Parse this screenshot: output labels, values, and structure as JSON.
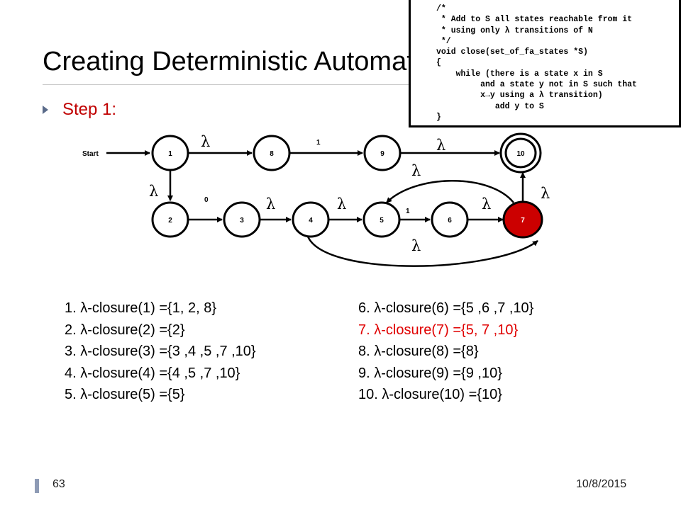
{
  "slide": {
    "title": "Creating Deterministic Automata",
    "bullet": "Step 1:",
    "page_number": "63",
    "date": "10/8/2015"
  },
  "code": {
    "lines": [
      "/*",
      " * Add to S all states reachable from it",
      " * using only λ transitions of N",
      " */",
      "void close(set_of_fa_states *S)",
      "{",
      "    while (there is a state x in S",
      "         and a state y not in S such that",
      "         x→y using a λ transition)",
      "            add y to S",
      "}"
    ]
  },
  "diagram": {
    "start_label": "Start",
    "nodes": [
      {
        "id": "1",
        "label": "1"
      },
      {
        "id": "8",
        "label": "8"
      },
      {
        "id": "9",
        "label": "9"
      },
      {
        "id": "10",
        "label": "10",
        "final": true
      },
      {
        "id": "2",
        "label": "2"
      },
      {
        "id": "3",
        "label": "3"
      },
      {
        "id": "4",
        "label": "4"
      },
      {
        "id": "5",
        "label": "5"
      },
      {
        "id": "6",
        "label": "6"
      },
      {
        "id": "7",
        "label": "7",
        "highlight": true
      }
    ],
    "edges": [
      {
        "from": "start",
        "to": "1",
        "label": ""
      },
      {
        "from": "1",
        "to": "8",
        "label": "λ"
      },
      {
        "from": "8",
        "to": "9",
        "label": "1"
      },
      {
        "from": "9",
        "to": "10",
        "label": "λ"
      },
      {
        "from": "1",
        "to": "2",
        "label": "λ"
      },
      {
        "from": "2",
        "to": "3",
        "label": "0"
      },
      {
        "from": "3",
        "to": "4",
        "label": "λ"
      },
      {
        "from": "4",
        "to": "5",
        "label": "λ"
      },
      {
        "from": "5",
        "to": "6",
        "label": "1"
      },
      {
        "from": "6",
        "to": "7",
        "label": "λ"
      },
      {
        "from": "7",
        "to": "10",
        "label": "λ"
      },
      {
        "from": "7",
        "to": "5",
        "label": "λ"
      },
      {
        "from": "4",
        "to": "7",
        "label": "λ"
      }
    ],
    "colors": {
      "highlight_fill": "#cc0000",
      "node_stroke": "#000000"
    }
  },
  "closures": {
    "left": [
      "1. λ-closure(1) ={1, 2, 8}",
      "2. λ-closure(2) ={2}",
      "3. λ-closure(3) ={3 ,4 ,5 ,7 ,10}",
      "4. λ-closure(4) ={4 ,5 ,7 ,10}",
      "5. λ-closure(5) ={5}"
    ],
    "right": [
      "6. λ-closure(6) ={5 ,6 ,7 ,10}",
      "7. λ-closure(7) ={5, 7 ,10}",
      "8. λ-closure(8) ={8}",
      "9. λ-closure(9) ={9 ,10}",
      "10. λ-closure(10) ={10}"
    ],
    "highlight_color": "#e00000",
    "highlight_index_right": 1
  }
}
